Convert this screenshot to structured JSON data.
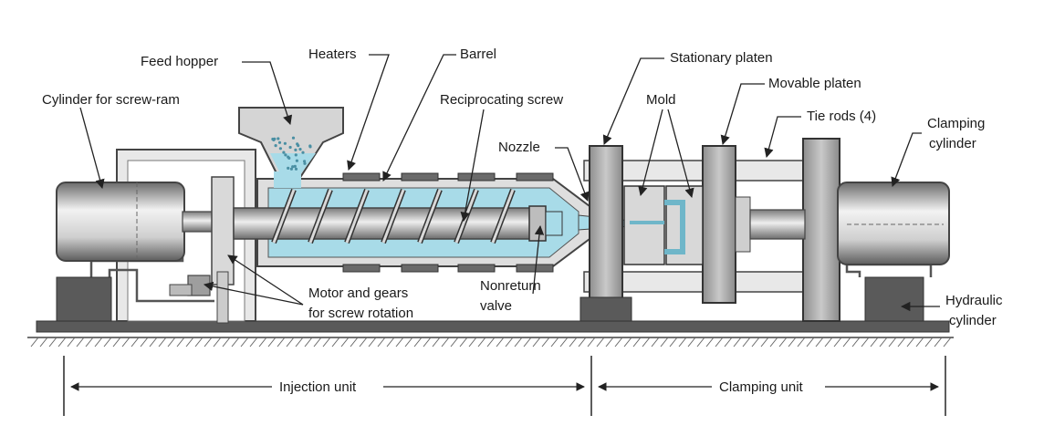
{
  "labels": {
    "feed_hopper": "Feed hopper",
    "heaters": "Heaters",
    "barrel": "Barrel",
    "stationary_platen": "Stationary platen",
    "movable_platen": "Movable platen",
    "cylinder_screw_ram": "Cylinder for screw-ram",
    "reciprocating_screw": "Reciprocating screw",
    "mold": "Mold",
    "tie_rods": "Tie rods (4)",
    "clamping_cylinder_1": "Clamping",
    "clamping_cylinder_2": "cylinder",
    "nozzle": "Nozzle",
    "motor_gears_1": "Motor and gears",
    "motor_gears_2": "for screw rotation",
    "nonreturn_1": "Nonreturn",
    "nonreturn_2": "valve",
    "hydraulic_1": "Hydraulic",
    "hydraulic_2": "cylinder",
    "injection_unit": "Injection unit",
    "clamping_unit": "Clamping unit"
  },
  "colors": {
    "metal_light": "#e6e6e6",
    "metal_mid": "#b9b9b9",
    "metal_dark": "#5a5a5a",
    "plastic": "#a8dbe8",
    "outline": "#333333"
  }
}
